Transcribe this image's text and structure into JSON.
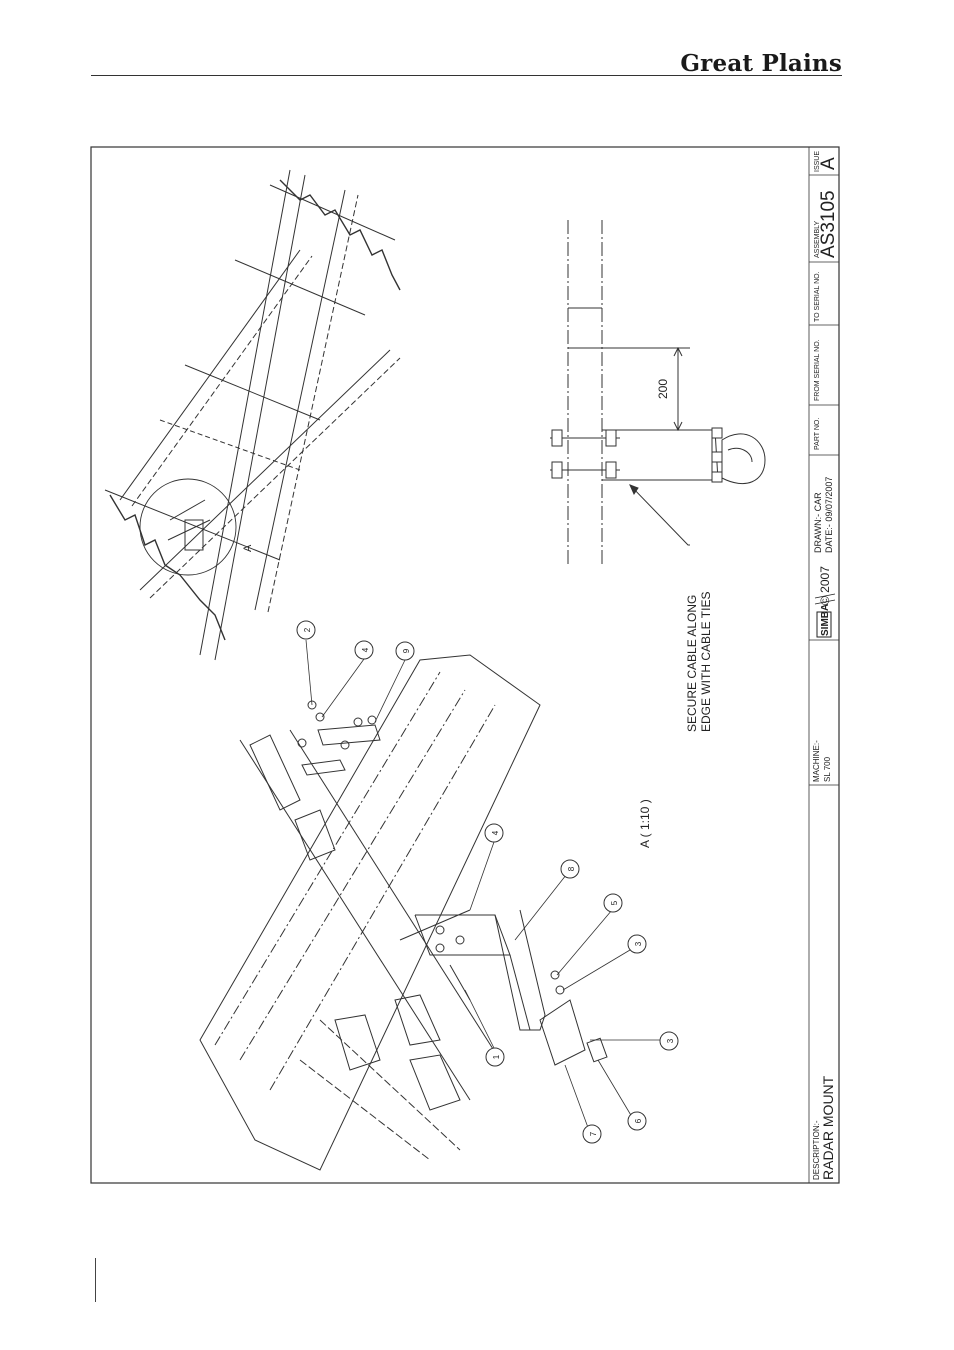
{
  "header": {
    "brand": "Great Plains"
  },
  "drawing": {
    "title_block": {
      "description_label": "DESCRIPTION:-",
      "description": "RADAR MOUNT",
      "machine_label": "MACHINE:-",
      "machine": "SL 700",
      "logo_text": "SIMBA",
      "copyright": "© 2007",
      "drawn": "DRAWN:- CAR",
      "date": "DATE:- 09/07/2007",
      "part_no_label": "PART NO.",
      "from_serial_label": "FROM SERIAL NO.",
      "to_serial_label": "TO SERIAL NO.",
      "assembly_label": "ASSEMBLY",
      "assembly": "AS3105",
      "issue_label": "ISSUE",
      "issue": "A"
    },
    "detail_view_label": "A",
    "detail_scale": "A  ( 1:10 )",
    "cable_note_line1": "SECURE CABLE ALONG",
    "cable_note_line2": "EDGE WITH CABLE TIES",
    "dimension": "200",
    "balloons": [
      "1",
      "2",
      "3",
      "3",
      "4",
      "4",
      "5",
      "6",
      "7",
      "8",
      "9"
    ]
  }
}
